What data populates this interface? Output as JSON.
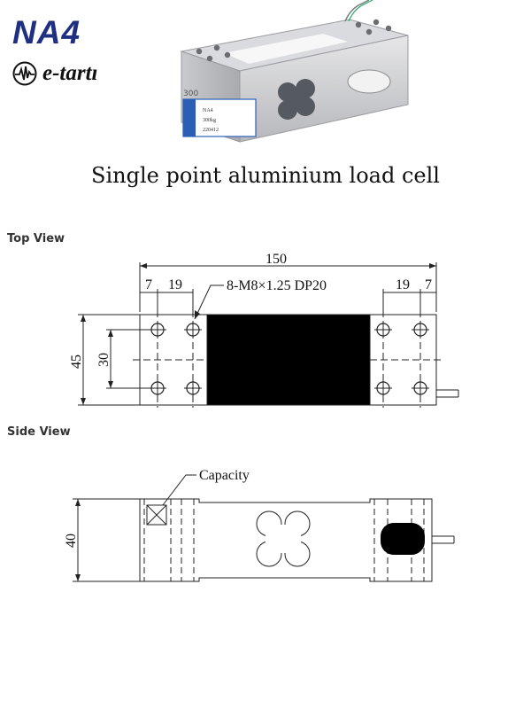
{
  "header": {
    "model": "NA4",
    "brand": "e-tartı"
  },
  "product_photo": {
    "capacity_mark": "300",
    "label_lines": [
      "NA4",
      "300kg",
      "220412"
    ]
  },
  "subtitle": "Single point aluminium load cell",
  "top_view": {
    "title": "Top View",
    "dim_overall_length": "150",
    "dim_edge_left": "7",
    "dim_hole_left": "19",
    "dim_hole_right": "19",
    "dim_edge_right": "7",
    "thread_note": "8-M8×1.25 DP20",
    "dim_width": "45",
    "dim_hole_spacing": "30"
  },
  "side_view": {
    "title": "Side View",
    "capacity_label": "Capacity",
    "dim_height": "40"
  },
  "colors": {
    "title_blue": "#1f2f82",
    "drawing_line": "#222222"
  }
}
